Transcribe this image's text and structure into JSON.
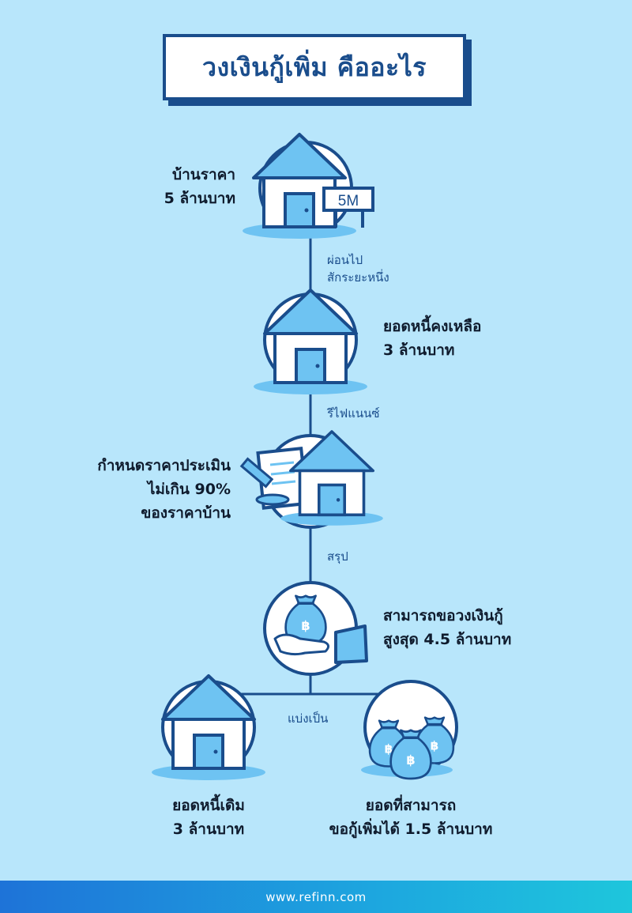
{
  "title": "วงเงินกู้เพิ่ม คืออะไร",
  "steps": [
    {
      "lines": [
        "บ้านราคา",
        "5 ล้านบาท"
      ],
      "sign": "5M"
    },
    {
      "lines": [
        "ยอดหนี้คงเหลือ",
        "3 ล้านบาท"
      ]
    },
    {
      "lines": [
        "กำหนดราคาประเมิน",
        "ไม่เกิน 90%",
        "ของราคาบ้าน"
      ]
    },
    {
      "lines": [
        "สามารถขอวงเงินกู้",
        "สูงสุด 4.5 ล้านบาท"
      ]
    }
  ],
  "connectors": {
    "c1": [
      "ผ่อนไป",
      "สักระยะหนึ่ง"
    ],
    "c2": "รีไฟแนนซ์",
    "c3": "สรุป",
    "c4": "แบ่งเป็น"
  },
  "results": {
    "left": {
      "lines": [
        "ยอดหนี้เดิม",
        "3 ล้านบาท"
      ]
    },
    "right": {
      "lines": [
        "ยอดที่สามารถ",
        "ขอกู้เพิ่มได้ 1.5 ล้านบาท"
      ]
    }
  },
  "currency_symbol": "฿",
  "footer": "www.refinn.com",
  "colors": {
    "background": "#b8e6fb",
    "primary_dark": "#1a4d8c",
    "icon_light": "#6ec3f2",
    "icon_mid": "#3fa5ea",
    "footer_start": "#1e73d8",
    "footer_end": "#1ec6dc"
  },
  "icons": [
    "house-icon",
    "sign-icon",
    "document-icon",
    "pen-icon",
    "hand-icon",
    "money-bag-icon"
  ]
}
